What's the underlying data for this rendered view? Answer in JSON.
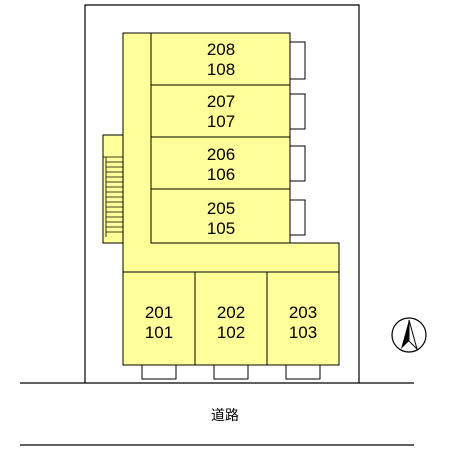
{
  "colors": {
    "building_fill": "#ffff99",
    "outline": "#000000",
    "background": "#ffffff"
  },
  "units": [
    {
      "id": "unit-208-108",
      "upper": "208",
      "lower": "108"
    },
    {
      "id": "unit-207-107",
      "upper": "207",
      "lower": "107"
    },
    {
      "id": "unit-206-106",
      "upper": "206",
      "lower": "106"
    },
    {
      "id": "unit-205-105",
      "upper": "205",
      "lower": "105"
    },
    {
      "id": "unit-201-101",
      "upper": "201",
      "lower": "101"
    },
    {
      "id": "unit-202-102",
      "upper": "202",
      "lower": "102"
    },
    {
      "id": "unit-203-103",
      "upper": "203",
      "lower": "103"
    }
  ],
  "road_label": "道路",
  "compass_icon": "north-arrow-icon"
}
